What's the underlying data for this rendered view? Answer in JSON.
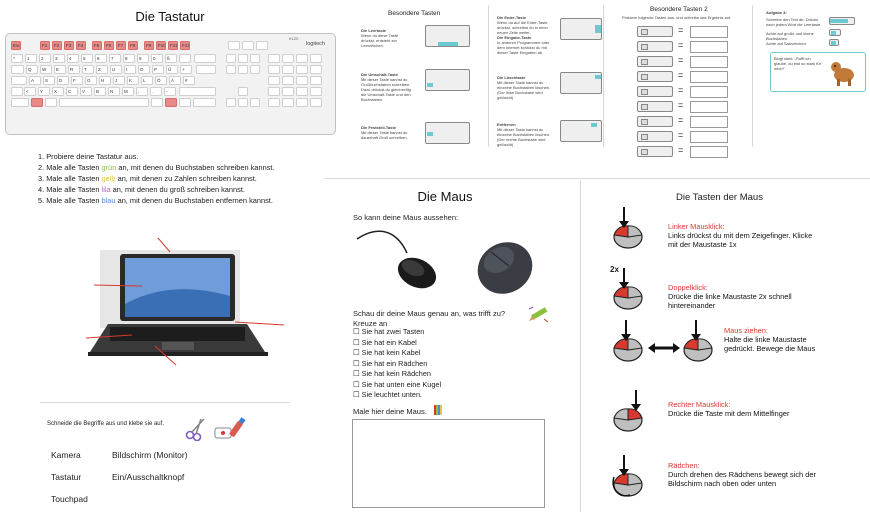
{
  "tastatur": {
    "title": "Die Tastatur",
    "keyboard_brand": "logitech",
    "keyboard_model": "K120",
    "rows": [
      [
        "Esc",
        "F1",
        "F2",
        "F3",
        "F4",
        "F5",
        "F6",
        "F7",
        "F8",
        "F9",
        "F10",
        "F11",
        "F12"
      ],
      [
        "^",
        "1",
        "2",
        "3",
        "4",
        "5",
        "6",
        "7",
        "8",
        "9",
        "0",
        "ß",
        "´"
      ],
      [
        "Q",
        "W",
        "E",
        "R",
        "T",
        "Z",
        "U",
        "I",
        "O",
        "P",
        "Ü",
        "+"
      ],
      [
        "A",
        "S",
        "D",
        "F",
        "G",
        "H",
        "J",
        "K",
        "L",
        "Ö",
        "Ä",
        "#"
      ],
      [
        "<",
        "Y",
        "X",
        "C",
        "V",
        "B",
        "N",
        "M",
        ",",
        ".",
        "-"
      ]
    ],
    "instructions": [
      {
        "pre": "1. Probiere deine Tastatur aus.",
        "color_word": "",
        "post": ""
      },
      {
        "pre": "2. Male alle Tasten ",
        "color_word": "grün",
        "post": " an, mit denen du Buchstaben schreiben kannst.",
        "cls": "g"
      },
      {
        "pre": "3. Male alle Tasten ",
        "color_word": "gelb",
        "post": " an, mit denen zu Zahlen schreiben kannst.",
        "cls": "y"
      },
      {
        "pre": "4. Male alle Tasten ",
        "color_word": "lila",
        "post": " an, mit denen du groß schreiben kannst.",
        "cls": "l"
      },
      {
        "pre": "5. Male alle Tasten ",
        "color_word": "blau",
        "post": " an, mit denen du Buchstaben entfernen kannst.",
        "cls": "b"
      }
    ],
    "cut_text": "Schneide die Begriffe aus und klebe sie auf.",
    "terms": [
      "Kamera",
      "Bildschirm (Monitor)",
      "Tastatur",
      "Ein/Ausschaltknopf",
      "Touchpad"
    ]
  },
  "besondere": {
    "title": "Besondere Tasten",
    "items": [
      {
        "head": "Die Leertaste",
        "text": "Wenn du diese Taste drückst, entsteht ein Leerzeichen."
      },
      {
        "head": "Die Umschalt-Taste",
        "text": "Mit dieser Taste kannst du Großbuchstaben schreiben. Dazu drückst du gleichzeitig die Umschalt-Taste und den Buchstaben."
      },
      {
        "head": "Die Feststell-Taste",
        "text": "Mit dieser Taste kannst du dauerhaft Groß schreiben."
      }
    ],
    "items2": [
      {
        "head": "Die Enter-Taste",
        "text": "Wenn du auf die Enter-Taste drückst, schreibst du in einer neuen Zeile weiter."
      },
      {
        "head": "Die Eingabe-Taste",
        "text": "In anderen Programmen oder dem Internet schickst du mit dieser Taste Eingaben ab."
      },
      {
        "head": "Die Löschtaste",
        "text": "Mit dieser Taste kannst du einzelne Buchstaben löschen. (Der linke Buchstabe wird gelöscht)"
      },
      {
        "head": "Entfernen",
        "text": "Mit dieser Taste kannst du einzelne Buchstaben löschen. (Der rechte Buchstabe wird gelöscht)"
      }
    ]
  },
  "besondere2": {
    "title": "Besondere Tasten 2",
    "subtitle": "Probiere folgende Tasten aus, und schreibe das Ergebnis auf.",
    "rows": 9,
    "task_title": "Aufgabe 4:",
    "tasks": [
      "Schreibe den Text ab. Drücke nach jedem Wort die Leertaste.",
      "Achte auf große und kleine Buchstaben.",
      "Achte auf Satzzeichen."
    ],
    "note": "Biogi sieht: „Rufft ich glaube, du bist so stark für mich!“"
  },
  "maus": {
    "title": "Die Maus",
    "subtitle": "So kann deine Maus aussehen:",
    "question": "Schau dir deine Maus genau an, was trifft zu? Kreuze an",
    "options": [
      "Sie hat zwei Tasten",
      "Sie hat ein Kabel",
      "Sie hat kein Kabel",
      "Sie hat ein Rädchen",
      "Sie hat kein Rädchen",
      "Sie hat unten eine Kugel",
      "Sie leuchtet unten."
    ],
    "draw": "Male hier deine Maus."
  },
  "tasten": {
    "title": "Die Tasten der Maus",
    "items": [
      {
        "head": "Linker Mausklick:",
        "text": "Links drückst du mit dem Zeigefinger. Klicke mit der Maustaste 1x"
      },
      {
        "head": "Doppelklick:",
        "text": "Drücke die linke Maustaste 2x schnell hintereinander"
      },
      {
        "head": "Maus ziehen:",
        "text": "Halte die linke Maustaste gedrückt. Bewege die Maus"
      },
      {
        "head": "Rechter Mausklick:",
        "text": "Drücke die Taste mit dem Mittelfinger"
      },
      {
        "head": "Rädchen:",
        "text": "Durch drehen des Rädchens bewegt sich der Bildschirm nach oben oder unten"
      }
    ],
    "double_label": "2x"
  },
  "colors": {
    "red": "#d63a2e",
    "key_red": "#e88a88",
    "accent": "#6ccbd1"
  }
}
